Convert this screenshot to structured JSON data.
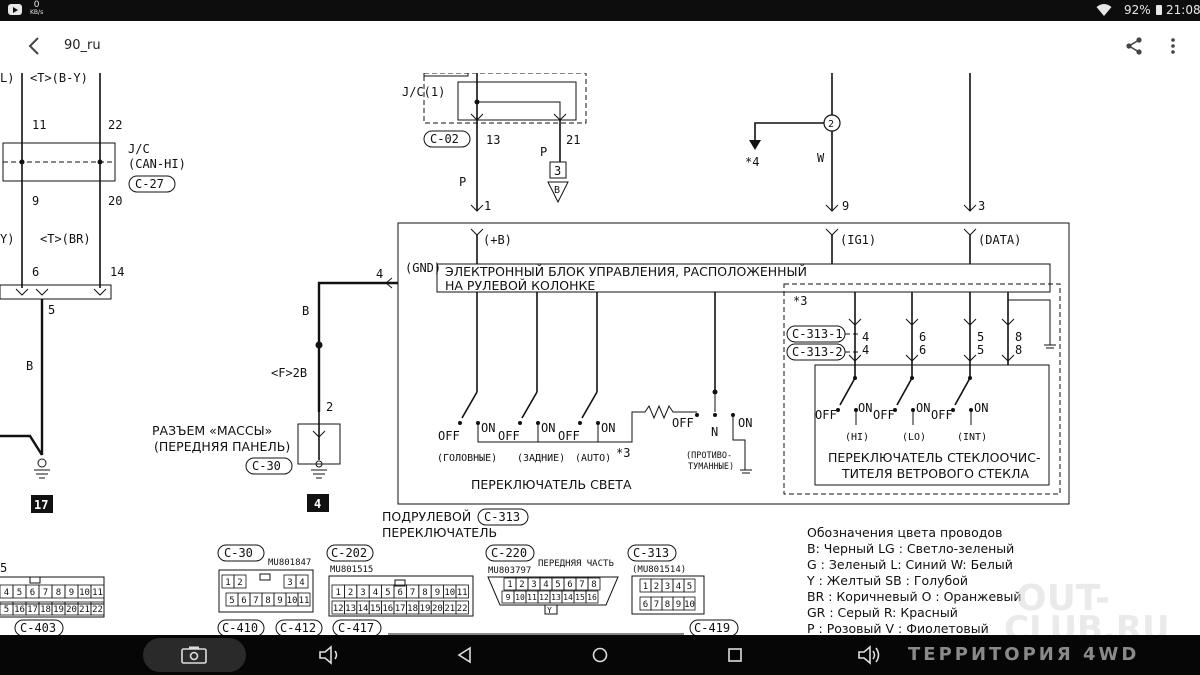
{
  "status_bar": {
    "speed_value": "0",
    "speed_unit": "KB/s",
    "battery": "92%",
    "time": "21:08",
    "icons": [
      "youtube-icon",
      "wifi-icon",
      "battery-icon"
    ]
  },
  "app_bar": {
    "title": "90_ru",
    "icons": [
      "back-arrow-icon",
      "share-icon",
      "more-vert-icon"
    ]
  },
  "diagram": {
    "top_left": {
      "l_label": "L)",
      "wire_left_top": "<T>(B-Y)",
      "pin_11": "11",
      "pin_22": "22",
      "jc_label": "J/C",
      "jc_sub": "(CAN-HI)",
      "jc_connector": "C-27",
      "pin_9": "9",
      "pin_20": "20",
      "y_label": "Y)",
      "wire_left_mid": "<T>(BR)",
      "pin_6": "6",
      "pin_14": "14",
      "pin_5": "5",
      "wire_b": "B",
      "ground_17": "17"
    },
    "ground_connector": {
      "wire_b": "B",
      "wire_code": "<F>2B",
      "pin_4": "4",
      "pin_2": "2",
      "label_1": "РАЗЪЕМ «МАССЫ»",
      "label_2": "(ПЕРЕДНЯЯ ПАНЕЛЬ)",
      "connector": "C-30",
      "ground_4": "4"
    },
    "top_center": {
      "jc1": "J/C(1)",
      "connector_c02": "C-02",
      "pin_13": "13",
      "pin_21": "21",
      "wire_p1": "P",
      "wire_p2": "P",
      "box_3": "3",
      "tri_b": "B",
      "pin_1": "1"
    },
    "top_right": {
      "circle_2": "2",
      "star4": "*4",
      "wire_w": "W",
      "pin_9": "9",
      "pin_3": "3"
    },
    "ecu": {
      "term_b": "(+B)",
      "term_ig1": "(IG1)",
      "term_data": "(DATA)",
      "term_gnd": "(GND)",
      "title_1": "ЭЛЕКТРОННЫЙ БЛОК УПРАВЛЕНИЯ, РАСПОЛОЖЕННЫЙ",
      "title_2": "НА РУЛЕВОЙ КОЛОНКЕ",
      "star3": "*3",
      "c313_1": "C-313-1",
      "c313_2": "C-313-2",
      "pins_top": [
        "4",
        "6",
        "5",
        "8"
      ],
      "pins_bottom": [
        "4",
        "6",
        "5",
        "8"
      ]
    },
    "light_switch": {
      "off": "OFF",
      "on": "ON",
      "off2": "OFF",
      "on2": "ON",
      "off3": "OFF",
      "on3": "ON",
      "off4": "OFF",
      "n": "N",
      "on4": "ON",
      "head": "(ГОЛОВНЫЕ)",
      "rear": "(ЗАДНИЕ)",
      "auto": "(AUTO)",
      "star3": "*3",
      "fog_1": "(ПРОТИВО-",
      "fog_2": "ТУМАННЫЕ)",
      "name": "ПЕРЕКЛЮЧАТЕЛЬ СВЕТА"
    },
    "wiper_switch": {
      "off1": "OFF",
      "on1": "ON",
      "off2": "OFF",
      "on2": "ON",
      "off3": "OFF",
      "on3": "ON",
      "hi": "(HI)",
      "lo": "(LO)",
      "int": "(INT)",
      "name_1": "ПЕРЕКЛЮЧАТЕЛЬ СТЕКЛООЧИС-",
      "name_2": "ТИТЕЛЯ ВЕТРОВОГО СТЕКЛА"
    },
    "column_switch": {
      "line_1": "ПОДРУЛЕВОЙ",
      "line_2": "ПЕРЕКЛЮЧАТЕЛЬ",
      "connector": "C-313"
    },
    "connectors_row": {
      "c30": "C-30",
      "c30_part": "MU801847",
      "c202": "C-202",
      "c202_part": "MU801515",
      "c220": "C-220",
      "c220_part": "MU803797",
      "front": "ПЕРЕДНЯЯ ЧАСТЬ",
      "c313": "C-313",
      "c313_part": "(MU801514)",
      "c403": "C-403",
      "c410": "C-410",
      "c412": "C-412",
      "c417": "C-417",
      "c419": "C-419",
      "left_5": "5",
      "left_pins_top": [
        "4",
        "5",
        "6",
        "7",
        "8",
        "9",
        "10",
        "11"
      ],
      "left_pins_bot": [
        "5",
        "16",
        "17",
        "18",
        "19",
        "20",
        "21",
        "22"
      ],
      "c30_pins_top": [
        "1",
        "2",
        "3",
        "4"
      ],
      "c30_pins_bot": [
        "5",
        "6",
        "7",
        "8",
        "9",
        "10",
        "11"
      ],
      "c202_pins_top": [
        "1",
        "2",
        "3",
        "4",
        "5",
        "6",
        "7",
        "8",
        "9",
        "10",
        "11"
      ],
      "c202_pins_bot": [
        "12",
        "13",
        "14",
        "15",
        "16",
        "17",
        "18",
        "19",
        "20",
        "21",
        "22"
      ],
      "c220_pins_top": [
        "1",
        "2",
        "3",
        "4",
        "5",
        "6",
        "7",
        "8"
      ],
      "c220_pins_bot": [
        "9",
        "10",
        "11",
        "12",
        "13",
        "14",
        "15",
        "16"
      ],
      "c220_y": "Y",
      "c313_pins_top": [
        "1",
        "2",
        "3",
        "4",
        "5"
      ],
      "c313_pins_bot": [
        "6",
        "7",
        "8",
        "9",
        "10"
      ]
    },
    "legend": {
      "title": "Обозначения цвета проводов",
      "lines": [
        "B: Черный  LG : Светло-зеленый",
        "G : Зеленый  L: Синий  W: Белый",
        "Y : Желтый  SB : Голубой",
        "BR : Коричневый   O : Оранжевый",
        "GR : Серый  R: Красный",
        "P : Розовый  V : Фиолетовый"
      ]
    },
    "watermark": {
      "line_1": "OUT-",
      "line_2": "CLUB.RU",
      "line_3": "ТЕРРИТОРИЯ 4WD"
    }
  },
  "nav_bar": {
    "icons": [
      "screenshot-icon",
      "volume-down-icon",
      "back-triangle-icon",
      "home-circle-icon",
      "recents-square-icon",
      "volume-up-icon"
    ]
  }
}
